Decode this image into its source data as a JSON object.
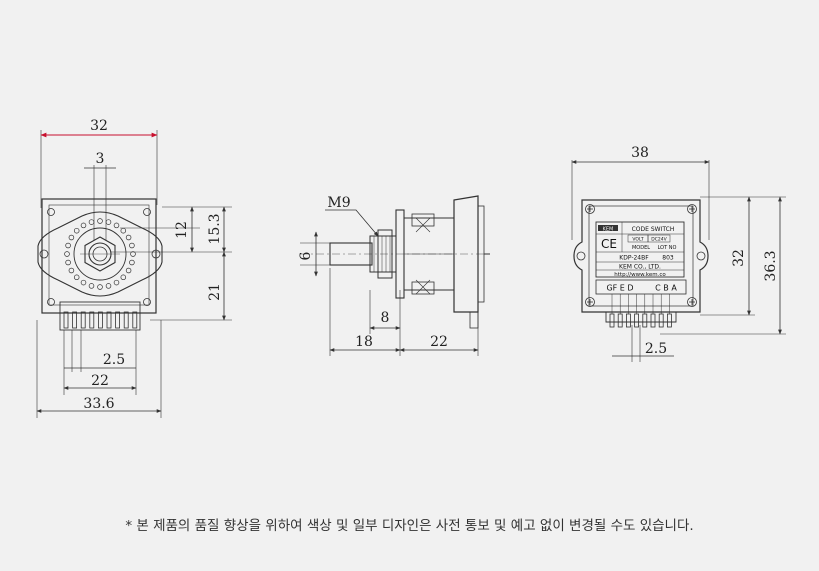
{
  "colors": {
    "background": "#f1f1f1",
    "line": "#333333",
    "dimension_line": "#c8102e"
  },
  "front_view": {
    "dim_width_top": "32",
    "dim_key_width": "3",
    "dim_height_upper": "12",
    "dim_height_upper_total": "15.3",
    "dim_height_lower": "21",
    "dim_pin_pitch": "2.5",
    "dim_pin_span": "22",
    "dim_width_bottom": "33.6"
  },
  "side_view": {
    "thread_label": "M9",
    "dim_shaft_diameter": "6",
    "dim_thread_length": "8",
    "dim_shaft_length": "18",
    "dim_body_depth": "22"
  },
  "rear_view": {
    "dim_width": "38",
    "dim_height_inner": "32",
    "dim_height_total": "36.3",
    "dim_pin_pitch": "2.5",
    "label": {
      "brand": "KEM",
      "title": "CODE SWITCH",
      "volt_label": "VOLT",
      "volt_value": "DC24V",
      "ce_mark": "CE",
      "model_label": "MODEL",
      "lot_label": "LOT NO",
      "model_value": "KDP-24BF",
      "lot_value": "803",
      "company": "KEM CO., LTD.",
      "url": "http://www.kem.co"
    },
    "pin_letters_left": "GF E D",
    "pin_letters_right": "C B A"
  },
  "footer_note": "* 본 제품의 품질 향상을 위하여 색상 및 일부 디자인은 사전 통보 및 예고 없이 변경될 수도 있습니다."
}
